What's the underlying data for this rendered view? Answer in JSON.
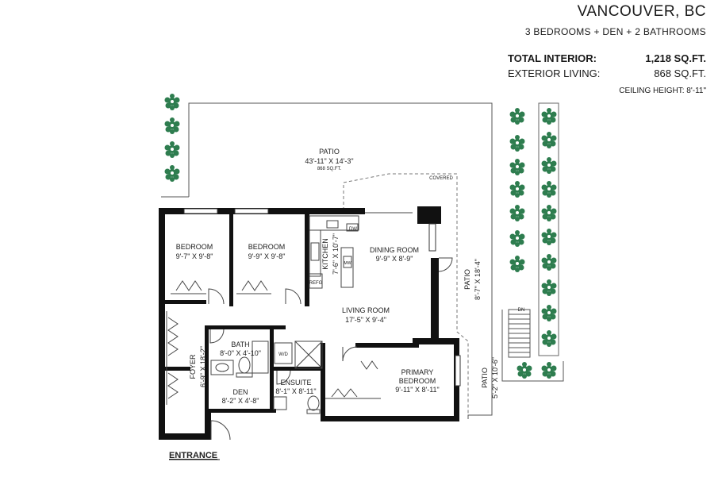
{
  "header": {
    "city": "VANCOUVER, BC",
    "unit_type": "3 BEDROOMS + DEN + 2 BATHROOMS",
    "total_interior_label": "TOTAL INTERIOR:",
    "total_interior_value": "1,218 SQ.FT.",
    "exterior_living_label": "EXTERIOR LIVING:",
    "exterior_living_value": "868 SQ.FT.",
    "ceiling_height": "CEILING HEIGHT: 8'-11\""
  },
  "rooms": {
    "patio_main": {
      "name": "PATIO",
      "dims": "43'-11\" X 14'-3\"",
      "area": "868 SQ.FT."
    },
    "covered": "COVERED",
    "bedroom1": {
      "name": "BEDROOM",
      "dims": "9'-7\" X 9'-8\""
    },
    "bedroom2": {
      "name": "BEDROOM",
      "dims": "9'-9\" X 9'-8\""
    },
    "kitchen": {
      "name": "KITCHEN",
      "dims": "7'-6\" X 10'-7\""
    },
    "dining": {
      "name": "DINING ROOM",
      "dims": "9'-9\" X 8'-9\""
    },
    "living": {
      "name": "LIVING ROOM",
      "dims": "17'-5\" X 9'-4\""
    },
    "patio_side1": {
      "name": "PATIO",
      "dims": "8'-7\" X 18'-4\""
    },
    "patio_side2": {
      "name": "PATIO",
      "dims": "5'-2\" X 10'-6\""
    },
    "bath": {
      "name": "BATH",
      "dims": "8'-0\" X 4'-10\""
    },
    "foyer": {
      "name": "FOYER",
      "dims": "6'-9\" X 18'-2\""
    },
    "ensuite": {
      "name": "ENSUITE",
      "dims": "8'-1\" X 8'-11\""
    },
    "primary": {
      "name": "PRIMARY",
      "name2": "BEDROOM",
      "dims": "9'-11\" X 8'-11\""
    },
    "den": {
      "name": "DEN",
      "dims": "8'-2\" X 4'-8\""
    }
  },
  "fixtures": {
    "dw": "DW",
    "mw": "MW",
    "refg": "REFG",
    "wd": "W/D",
    "dn": "DN"
  },
  "entrance": "ENTRANCE",
  "colors": {
    "wall": "#111111",
    "plant": "#2e7d4f",
    "line": "#555555"
  }
}
